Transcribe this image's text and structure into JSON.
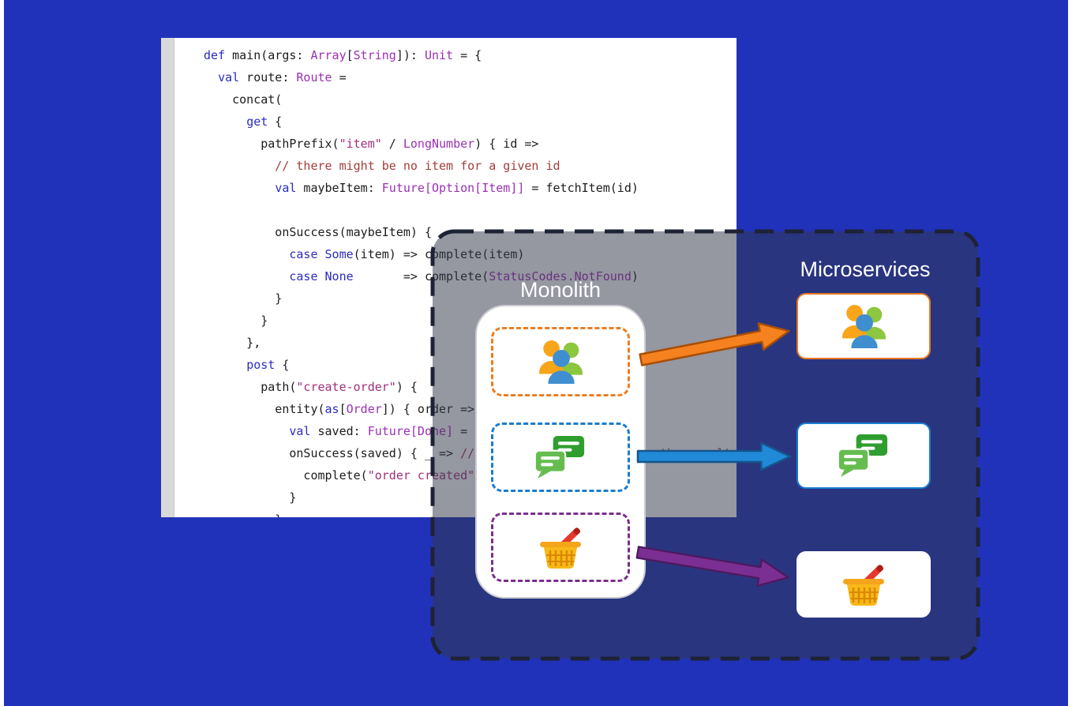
{
  "colors": {
    "background": "#2132ba",
    "panel_bg": "#ffffff",
    "panel_gutter": "#d9d9d9",
    "overlay_fill": "rgba(52,55,74,0.52)",
    "overlay_border": "#1d2334",
    "token_keyword": "#2b2bc0",
    "token_type": "#9b30b4",
    "token_string": "#a0307a",
    "token_comment": "#a43c3c",
    "token_plain": "#1c1c1c"
  },
  "code_panel": {
    "lines": [
      {
        "s": [
          {
            "c": "k",
            "t": "def"
          },
          {
            "c": "p",
            "t": " main(args: "
          },
          {
            "c": "t",
            "t": "Array"
          },
          {
            "c": "p",
            "t": "["
          },
          {
            "c": "t",
            "t": "String"
          },
          {
            "c": "p",
            "t": "]): "
          },
          {
            "c": "t",
            "t": "Unit"
          },
          {
            "c": "p",
            "t": " = {"
          }
        ]
      },
      {
        "s": [
          {
            "c": "p",
            "t": "  "
          },
          {
            "c": "k",
            "t": "val"
          },
          {
            "c": "p",
            "t": " route: "
          },
          {
            "c": "t",
            "t": "Route"
          },
          {
            "c": "p",
            "t": " ="
          }
        ]
      },
      {
        "s": [
          {
            "c": "p",
            "t": "    concat("
          }
        ]
      },
      {
        "s": [
          {
            "c": "p",
            "t": "      "
          },
          {
            "c": "k",
            "t": "get"
          },
          {
            "c": "p",
            "t": " {"
          }
        ]
      },
      {
        "s": [
          {
            "c": "p",
            "t": "        pathPrefix("
          },
          {
            "c": "s",
            "t": "\"item\""
          },
          {
            "c": "p",
            "t": " / "
          },
          {
            "c": "t",
            "t": "LongNumber"
          },
          {
            "c": "p",
            "t": ") { id =>"
          }
        ]
      },
      {
        "s": [
          {
            "c": "c",
            "t": "          // there might be no item for a given id"
          }
        ]
      },
      {
        "s": [
          {
            "c": "p",
            "t": "          "
          },
          {
            "c": "k",
            "t": "val"
          },
          {
            "c": "p",
            "t": " maybeItem: "
          },
          {
            "c": "t",
            "t": "Future[Option[Item]]"
          },
          {
            "c": "p",
            "t": " = fetchItem(id)"
          }
        ]
      },
      {
        "s": []
      },
      {
        "s": [
          {
            "c": "p",
            "t": "          onSuccess(maybeItem) {"
          }
        ]
      },
      {
        "s": [
          {
            "c": "p",
            "t": "            "
          },
          {
            "c": "k",
            "t": "case Some"
          },
          {
            "c": "p",
            "t": "(item) => complete(item)"
          }
        ]
      },
      {
        "s": [
          {
            "c": "p",
            "t": "            "
          },
          {
            "c": "k",
            "t": "case None"
          },
          {
            "c": "p",
            "t": "       => complete("
          },
          {
            "c": "t",
            "t": "StatusCodes.NotFound"
          },
          {
            "c": "p",
            "t": ")"
          }
        ]
      },
      {
        "s": [
          {
            "c": "p",
            "t": "          }"
          }
        ]
      },
      {
        "s": [
          {
            "c": "p",
            "t": "        }"
          }
        ]
      },
      {
        "s": [
          {
            "c": "p",
            "t": "      },"
          }
        ]
      },
      {
        "s": [
          {
            "c": "p",
            "t": "      "
          },
          {
            "c": "k",
            "t": "post"
          },
          {
            "c": "p",
            "t": " {"
          }
        ]
      },
      {
        "s": [
          {
            "c": "p",
            "t": "        path("
          },
          {
            "c": "s",
            "t": "\"create-order\""
          },
          {
            "c": "p",
            "t": ") {"
          }
        ]
      },
      {
        "s": [
          {
            "c": "p",
            "t": "          entity("
          },
          {
            "c": "k",
            "t": "as"
          },
          {
            "c": "p",
            "t": "["
          },
          {
            "c": "t",
            "t": "Order"
          },
          {
            "c": "p",
            "t": "]) { order =>"
          }
        ]
      },
      {
        "s": [
          {
            "c": "p",
            "t": "            "
          },
          {
            "c": "k",
            "t": "val"
          },
          {
            "c": "p",
            "t": " saved: "
          },
          {
            "c": "t",
            "t": "Future[Done]"
          },
          {
            "c": "p",
            "t": " = saveOrder(order)"
          }
        ]
      },
      {
        "s": [
          {
            "c": "p",
            "t": "            onSuccess(saved) { _ => "
          },
          {
            "c": "c",
            "t": "// we are not interested in the result value"
          }
        ]
      },
      {
        "s": [
          {
            "c": "p",
            "t": "              complete("
          },
          {
            "c": "s",
            "t": "\"order created\""
          },
          {
            "c": "p",
            "t": ")"
          }
        ]
      },
      {
        "s": [
          {
            "c": "p",
            "t": "            }"
          }
        ]
      },
      {
        "s": [
          {
            "c": "p",
            "t": "          }"
          }
        ]
      }
    ]
  },
  "diagram": {
    "monolith": {
      "label": "Monolith",
      "items": [
        {
          "icon": "users-icon",
          "ref": "#users-icon",
          "color": "#ee7d22"
        },
        {
          "icon": "chat-icon",
          "ref": "#chat-icon",
          "color": "#1a7cd0"
        },
        {
          "icon": "basket-icon",
          "ref": "#basket-icon",
          "color": "#7c2d8e"
        }
      ]
    },
    "microservices": {
      "label": "Microservices",
      "items": [
        {
          "icon": "users-icon",
          "ref": "#users-icon",
          "border": "#e87722"
        },
        {
          "icon": "chat-icon",
          "ref": "#chat-icon",
          "border": "#1a7cd0"
        },
        {
          "icon": "basket-icon",
          "ref": "#basket-icon",
          "border": "#ffffff"
        }
      ]
    },
    "arrows": [
      {
        "name": "users-arrow",
        "fill": "#f5821e",
        "stroke": "#a94e07"
      },
      {
        "name": "chat-arrow",
        "fill": "#2089d8",
        "stroke": "#14568c"
      },
      {
        "name": "basket-arrow",
        "fill": "#7c2f93",
        "stroke": "#4e1a63"
      }
    ]
  }
}
